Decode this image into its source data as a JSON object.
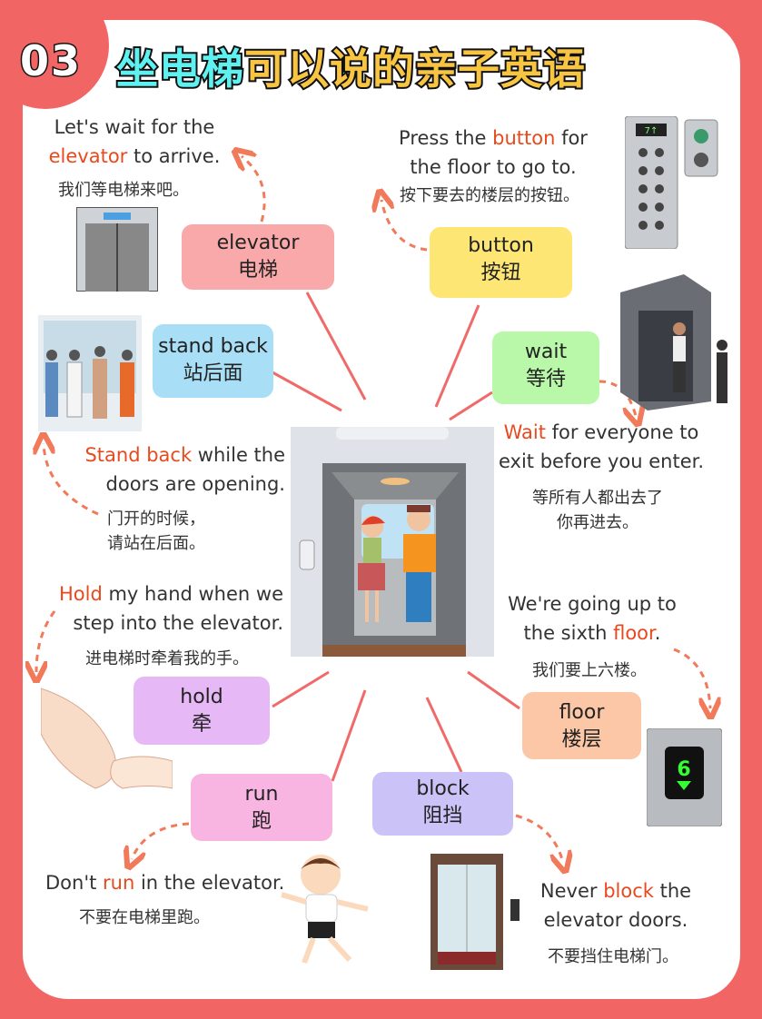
{
  "header": {
    "number": "03",
    "title_part1": "坐电梯",
    "title_part2": "可以说的亲子英语"
  },
  "colors": {
    "background": "#f26565",
    "highlight": "#e8491d"
  },
  "words": [
    {
      "en": "elevator",
      "zh": "电梯",
      "color": "#f9a9a9"
    },
    {
      "en": "button",
      "zh": "按钮",
      "color": "#fde674"
    },
    {
      "en": "stand back",
      "zh": "站后面",
      "color": "#a9dff6"
    },
    {
      "en": "wait",
      "zh": "等待",
      "color": "#b9f7a9"
    },
    {
      "en": "hold",
      "zh": "牵",
      "color": "#e6b9f6"
    },
    {
      "en": "floor",
      "zh": "楼层",
      "color": "#fbc7a6"
    },
    {
      "en": "run",
      "zh": "跑",
      "color": "#f8b5e1"
    },
    {
      "en": "block",
      "zh": "阻挡",
      "color": "#cbc3f7"
    }
  ],
  "sentences": {
    "elevator": {
      "l1": "Let's wait for the",
      "l2_hl": "elevator",
      "l2_post": " to arrive.",
      "zh": "我们等电梯来吧。"
    },
    "button": {
      "l1_pre": "Press the ",
      "l1_hl": "button",
      "l1_post": " for",
      "l2": "the floor to go to.",
      "zh": "按下要去的楼层的按钮。"
    },
    "stand_back": {
      "l1_hl": "Stand back",
      "l1_post": " while the",
      "l2": "doors are opening.",
      "zh1": "门开的时候，",
      "zh2": "请站在后面。"
    },
    "wait": {
      "l1_hl": "Wait",
      "l1_post": " for everyone to",
      "l2": "exit before you enter.",
      "zh1": "等所有人都出去了",
      "zh2": "你再进去。"
    },
    "hold": {
      "l1_hl": "Hold",
      "l1_post": " my hand when we",
      "l2": "step into the elevator.",
      "zh": "进电梯时牵着我的手。"
    },
    "floor": {
      "l1": "We're going up to",
      "l2_pre": "the sixth ",
      "l2_hl": "floor",
      "l2_post": ".",
      "zh": "我们要上六楼。"
    },
    "run": {
      "pre": "Don't ",
      "hl": "run",
      "post": " in the elevator.",
      "zh": "不要在电梯里跑。"
    },
    "block": {
      "l1_pre": "Never ",
      "l1_hl": "block",
      "l1_post": " the",
      "l2": "elevator doors.",
      "zh": "不要挡住电梯门。"
    }
  },
  "illustrations": {
    "floor_display_number": "6",
    "panel_display": "7↑"
  }
}
